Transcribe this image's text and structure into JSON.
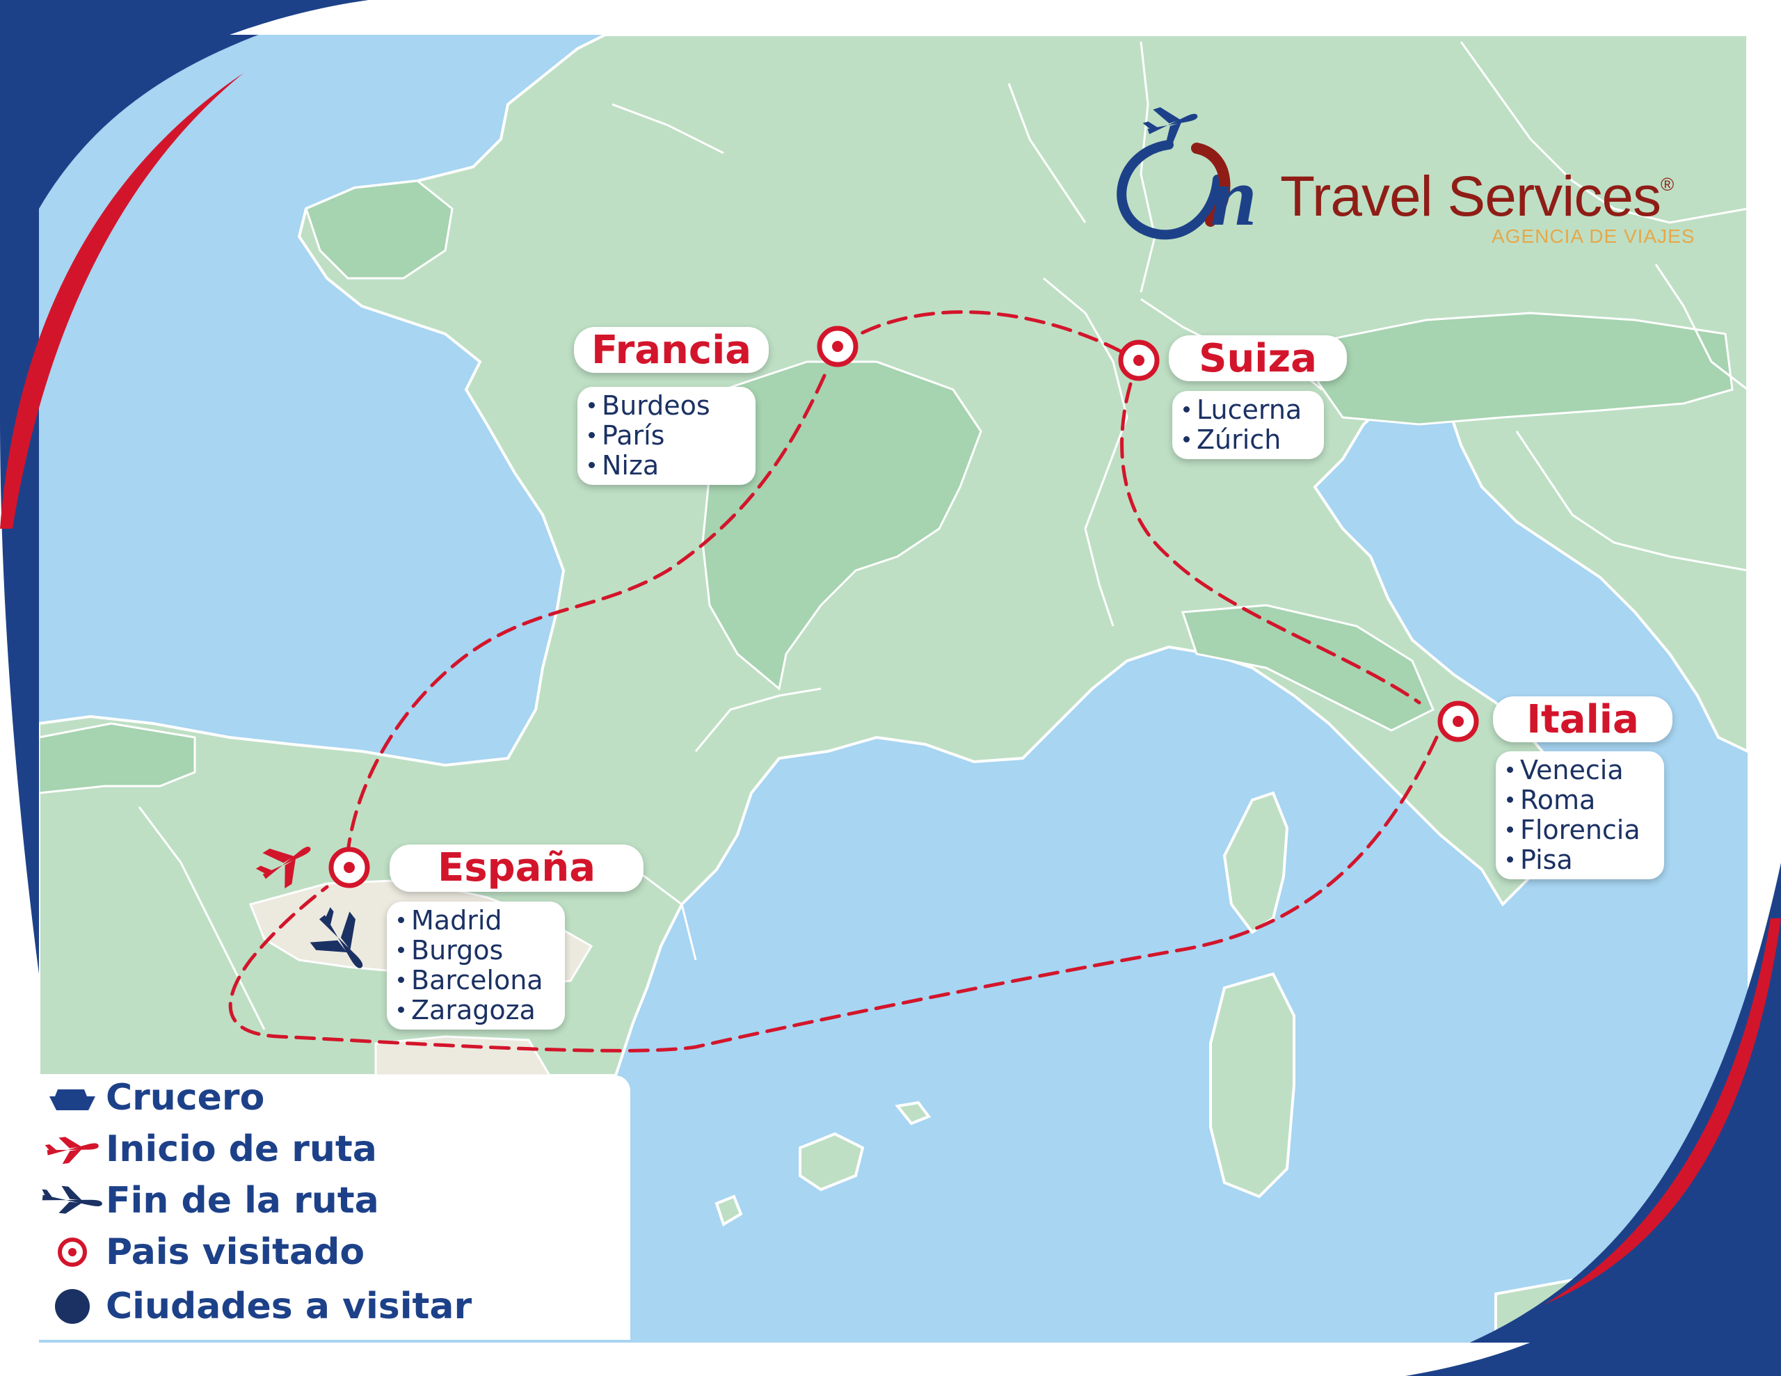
{
  "brand": {
    "logo_letters": "On",
    "name": "Travel Services",
    "registered_mark": "®",
    "tagline": "AGENCIA DE VIAJES"
  },
  "countries": [
    {
      "name": "España",
      "cities": [
        "Madrid",
        "Burgos",
        "Barcelona",
        "Zaragoza"
      ]
    },
    {
      "name": "Francia",
      "cities": [
        "Burdeos",
        "París",
        "Niza"
      ]
    },
    {
      "name": "Suiza",
      "cities": [
        "Lucerna",
        "Zúrich"
      ]
    },
    {
      "name": "Italia",
      "cities": [
        "Venecia",
        "Roma",
        "Florencia",
        "Pisa"
      ]
    }
  ],
  "legend": [
    {
      "icon": "cruise-ship-icon",
      "label": "Crucero"
    },
    {
      "icon": "plane-takeoff-icon",
      "label": "Inicio de ruta"
    },
    {
      "icon": "plane-landing-icon",
      "label": "Fin de la ruta"
    },
    {
      "icon": "target-marker-icon",
      "label": "Pais visitado"
    },
    {
      "icon": "dot-icon",
      "label": "Ciudades a visitar"
    }
  ],
  "colors": {
    "sea": "#a7d5f2",
    "land": "#bedfc4",
    "land_dark": "#a6d3b0",
    "borders": "#ffffff",
    "route": "#d3152b",
    "accent_blue": "#1d4189",
    "text_dark_blue": "#1b3163",
    "brand_red": "#8f1d16",
    "tagline_gold": "#e6a84a"
  }
}
